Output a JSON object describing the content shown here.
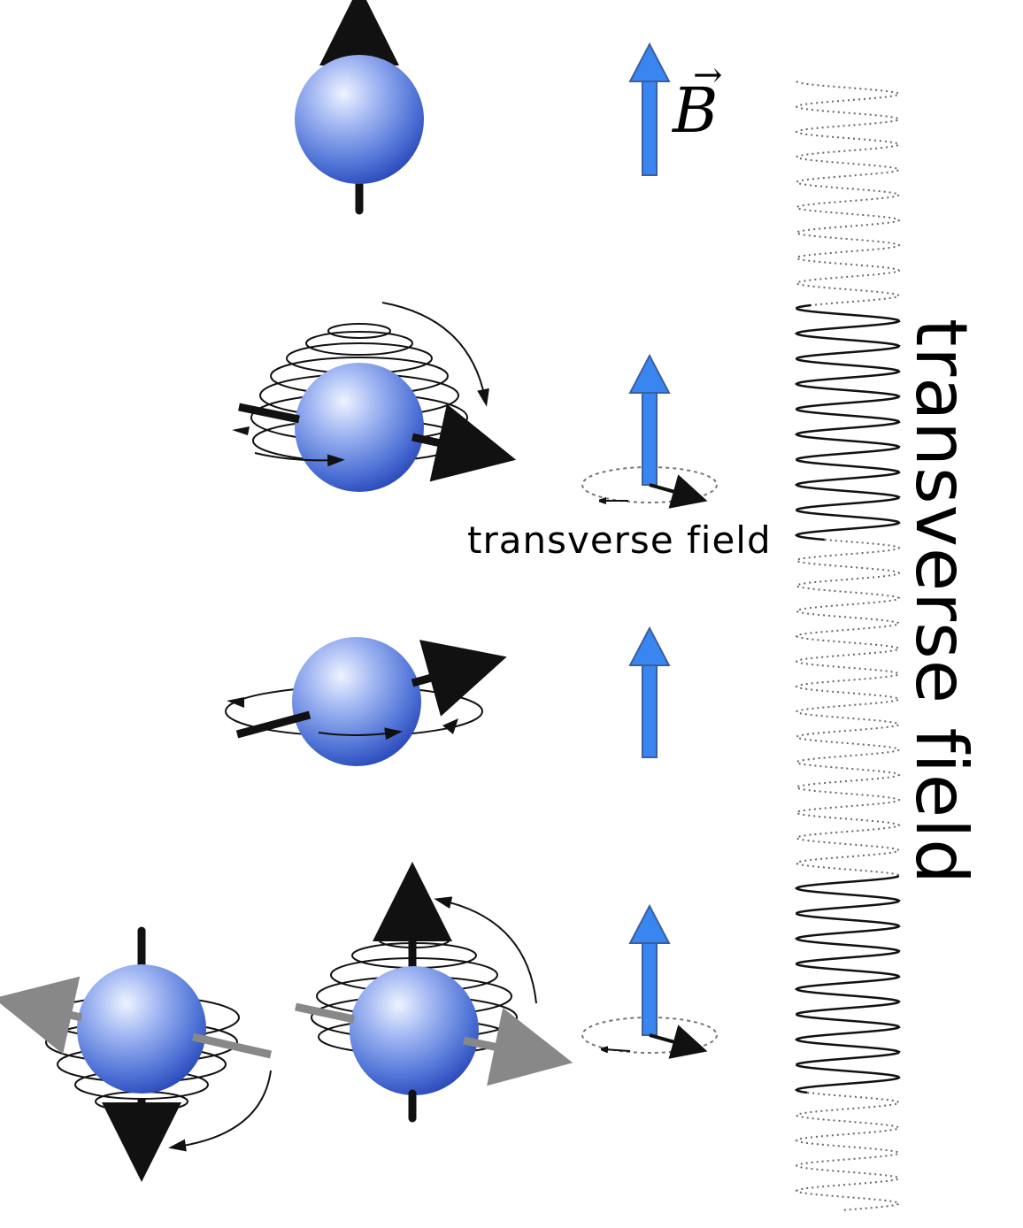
{
  "labels": {
    "transverse_field_small": "transverse field",
    "transverse_field_large": "transverse field",
    "b_symbol": "B",
    "b_vector_arrow": "→"
  },
  "colors": {
    "sphere_light": "#dfe8ff",
    "sphere_mid": "#6d8fe6",
    "sphere_dark": "#2b4fc4",
    "field_arrow": "#3a86f0",
    "spin_axis": "#111111",
    "transverse_axis": "#888888"
  },
  "icons": {
    "spin_particle": "blue-sphere-icon",
    "magnetic_field": "blue-up-arrow-icon",
    "precession": "spiral-orbit-icon"
  }
}
